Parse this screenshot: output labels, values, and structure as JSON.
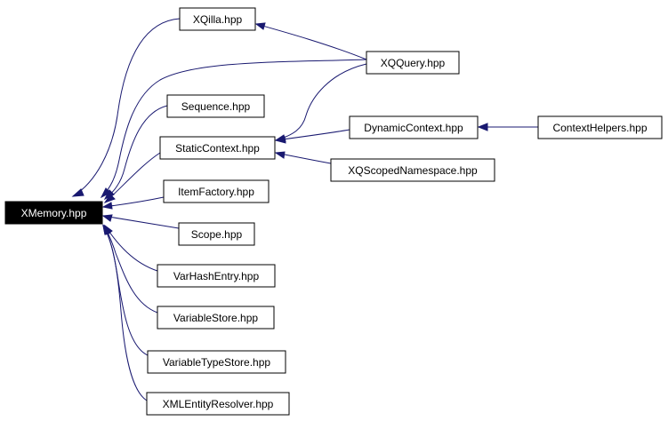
{
  "diagram": {
    "type": "include-dependency-graph",
    "root": "XMemory.hpp",
    "colors": {
      "edge": "#191970",
      "root_fill": "#000000",
      "root_text": "#ffffff",
      "node_fill": "#ffffff",
      "node_border": "#000000"
    },
    "nodes": {
      "xmemory": "XMemory.hpp",
      "xqilla": "XQilla.hpp",
      "xqquery": "XQQuery.hpp",
      "sequence": "Sequence.hpp",
      "staticcontext": "StaticContext.hpp",
      "dynamiccontext": "DynamicContext.hpp",
      "contexthelpers": "ContextHelpers.hpp",
      "xqscopednamespace": "XQScopedNamespace.hpp",
      "itemfactory": "ItemFactory.hpp",
      "scope": "Scope.hpp",
      "varhashentry": "VarHashEntry.hpp",
      "variablestore": "VariableStore.hpp",
      "variabletypestore": "VariableTypeStore.hpp",
      "xmlentityresolver": "XMLEntityResolver.hpp"
    },
    "edges": [
      {
        "from": "xqilla",
        "to": "xmemory"
      },
      {
        "from": "xqquery",
        "to": "xmemory"
      },
      {
        "from": "xqquery",
        "to": "xqilla"
      },
      {
        "from": "xqquery",
        "to": "staticcontext"
      },
      {
        "from": "sequence",
        "to": "xmemory"
      },
      {
        "from": "staticcontext",
        "to": "xmemory"
      },
      {
        "from": "dynamiccontext",
        "to": "staticcontext"
      },
      {
        "from": "contexthelpers",
        "to": "dynamiccontext"
      },
      {
        "from": "xqscopednamespace",
        "to": "staticcontext"
      },
      {
        "from": "itemfactory",
        "to": "xmemory"
      },
      {
        "from": "scope",
        "to": "xmemory"
      },
      {
        "from": "varhashentry",
        "to": "xmemory"
      },
      {
        "from": "variablestore",
        "to": "xmemory"
      },
      {
        "from": "variabletypestore",
        "to": "xmemory"
      },
      {
        "from": "xmlentityresolver",
        "to": "xmemory"
      }
    ]
  }
}
